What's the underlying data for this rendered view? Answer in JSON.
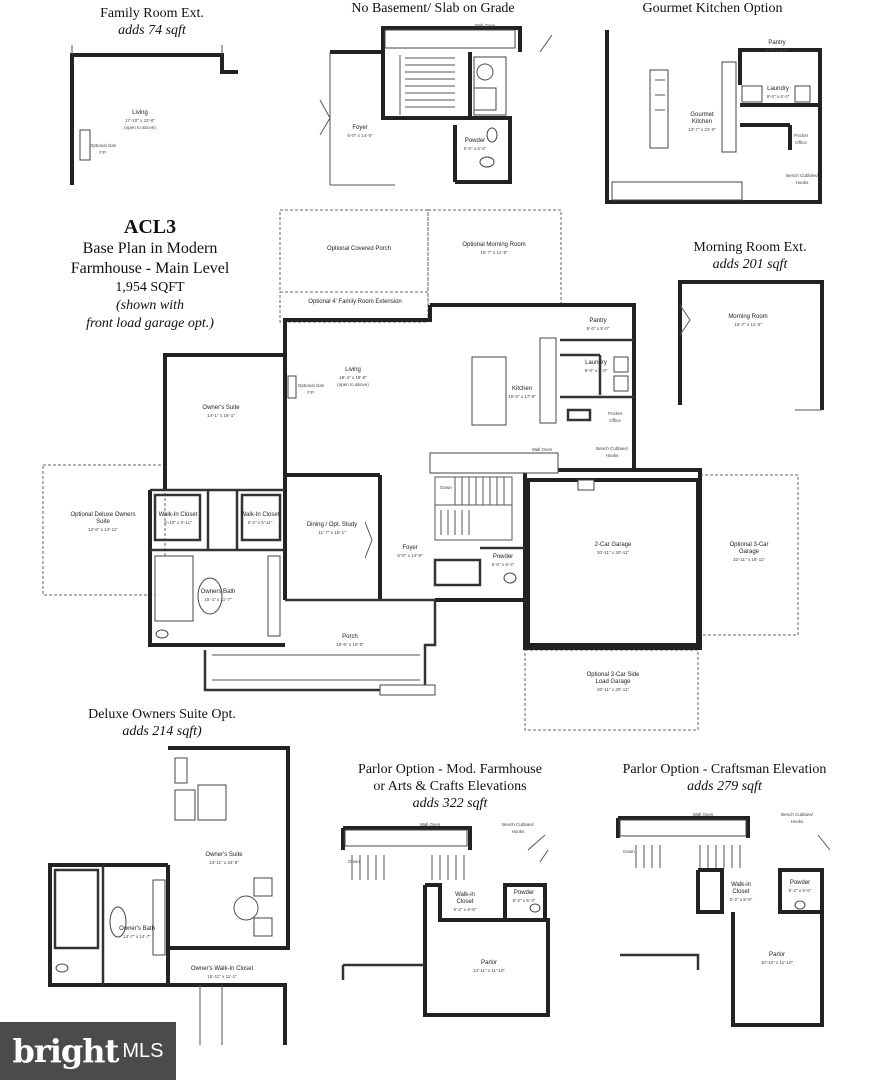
{
  "panels": {
    "family_room": {
      "title": "Family Room Ext.",
      "subtitle": "adds 74 sqft"
    },
    "no_basement": {
      "title": "No Basement/ Slab on Grade"
    },
    "gourmet_kitchen": {
      "title": "Gourmet Kitchen Option"
    },
    "morning_room": {
      "title": "Morning Room Ext.",
      "subtitle": "adds 201 sqft"
    },
    "deluxe_owners": {
      "title": "Deluxe Owners Suite Opt.",
      "subtitle": "adds 214 sqft)"
    },
    "parlor_mod": {
      "title1": "Parlor Option - Mod. Farmhouse",
      "title2": "or Arts & Crafts Elevations",
      "subtitle": "adds 322 sqft"
    },
    "parlor_craft": {
      "title": "Parlor Option - Craftsman Elevation",
      "subtitle": "adds 279 sqft"
    }
  },
  "plan_title": {
    "code": "ACL3",
    "line1": "Base Plan in Modern",
    "line2": "Farmhouse - Main Level",
    "line3": "1,954 SQFT",
    "line4": "(shown with",
    "line5": "front load garage opt.)"
  },
  "rooms": {
    "fr_living": {
      "name": "Living",
      "dim": "17'-10\" x 22'-8\"",
      "note": "(open to above)"
    },
    "fr_gas": {
      "name": "Optional Gas F.P."
    },
    "nb_foyer": {
      "name": "Foyer",
      "dim": "6'-0\" x 14'-9\""
    },
    "nb_powder": {
      "name": "Powder",
      "dim": "5'-0\" x 6'-4\""
    },
    "nb_wall_oven": {
      "name": "Wall Oven"
    },
    "gk_pantry": {
      "name": "Pantry",
      "dim": "5'-0\" x 5'-0\""
    },
    "gk_laundry": {
      "name": "Laundry",
      "dim": "9'-0\" x 5'-3\""
    },
    "gk_kitchen": {
      "name": "Gourmet Kitchen",
      "dim": "13'-7\" x 21'-0\""
    },
    "gk_pocket": {
      "name": "Pocket Office"
    },
    "gk_bench": {
      "name": "Bench Cubbies/ Hooks"
    },
    "mr_morning": {
      "name": "Morning Room",
      "dim": "15'-7\" x 11'-5\""
    },
    "covered_porch": {
      "name": "Optional Covered Porch"
    },
    "opt_morning": {
      "name": "Optional Morning Room",
      "dim": "15'-7\" x 11'-5\""
    },
    "fam_ext": {
      "name": "Optional 4' Family Room Extension"
    },
    "pantry": {
      "name": "Pantry",
      "dim": "5'-0\" x 5'-0\""
    },
    "living": {
      "name": "Living",
      "dim": "18'-4\" x 18'-8\"",
      "note": "(open to above)"
    },
    "gas_fp": {
      "name": "Optional Gas F.P."
    },
    "laundry": {
      "name": "Laundry",
      "dim": "9'-0\" x 5'-3\""
    },
    "kitchen": {
      "name": "Kitchen",
      "dim": "16'-0\" x 17'-9\""
    },
    "pocket": {
      "name": "Pocket Office"
    },
    "owners_suite": {
      "name": "Owner's Suite",
      "dim": "14'-1\" x 16'-1\""
    },
    "bench": {
      "name": "Bench Cubbies/ Hooks"
    },
    "wall_oven": {
      "name": "Wall Oven"
    },
    "down": {
      "name": "Down"
    },
    "opt_deluxe": {
      "name": "Optional Deluxe Owners Suite",
      "dim": "12'-6\" x 14'-11\""
    },
    "wic1": {
      "name": "Walk-In Closet",
      "dim": "6'-10\" x 5'-11\""
    },
    "wic2": {
      "name": "Walk-In Closet",
      "dim": "6'-2\" x 5'-11\""
    },
    "dining": {
      "name": "Dining / Opt. Study",
      "dim": "11'-7\" x 15'-1\""
    },
    "foyer": {
      "name": "Foyer",
      "dim": "6'-0\" x 14'-9\""
    },
    "powder": {
      "name": "Powder",
      "dim": "5'-0\" x 6'-4\""
    },
    "garage2": {
      "name": "2-Car Garage",
      "dim": "20'-11\" x 20'-11\""
    },
    "garage3": {
      "name": "Optional 3-Car Garage",
      "dim": "32'-11\" x 18'-11\""
    },
    "owners_bath": {
      "name": "Owners Bath",
      "dim": "15'-1\" x 11'-7\""
    },
    "porch": {
      "name": "Porch",
      "dim": "18'-6\" x 10'-0\""
    },
    "side_garage": {
      "name": "Optional 3-Car Side Load Garage",
      "dim": "20'-11\" x 30'-11\""
    },
    "do_suite": {
      "name": "Owner's Suite",
      "dim": "13'-11\" x 24'-8\""
    },
    "do_bath": {
      "name": "Owner's Bath",
      "dim": "14'-7\" x 14'-7\""
    },
    "do_wic": {
      "name": "Owner's Walk-In Closet",
      "dim": "15'-11\" x 11'-1\""
    },
    "pm_wall_oven": {
      "name": "Wall Oven"
    },
    "pm_bench": {
      "name": "Bench Cubbies/ Hooks"
    },
    "pm_down": {
      "name": "Down"
    },
    "pm_wic": {
      "name": "Walk-in Closet",
      "dim": "5'-2\" x 6'-5\""
    },
    "pm_powder": {
      "name": "Powder",
      "dim": "5'-2\" x 5'-3\""
    },
    "pm_parlor": {
      "name": "Parlor",
      "dim": "14'-11\" x 11'-10\""
    },
    "pc_wall_oven": {
      "name": "Wall Oven"
    },
    "pc_bench": {
      "name": "Bench Cubbies/ Hooks"
    },
    "pc_down": {
      "name": "Down"
    },
    "pc_wic": {
      "name": "Walk-in Closet",
      "dim": "5'-2\" x 5'-6\""
    },
    "pc_powder": {
      "name": "Powder",
      "dim": "5'-2\" x 5'-6\""
    },
    "pc_parlor": {
      "name": "Parlor",
      "dim": "10'-10\" x 11'-10\""
    }
  },
  "watermark": {
    "brand": "bright",
    "suffix": "MLS"
  }
}
